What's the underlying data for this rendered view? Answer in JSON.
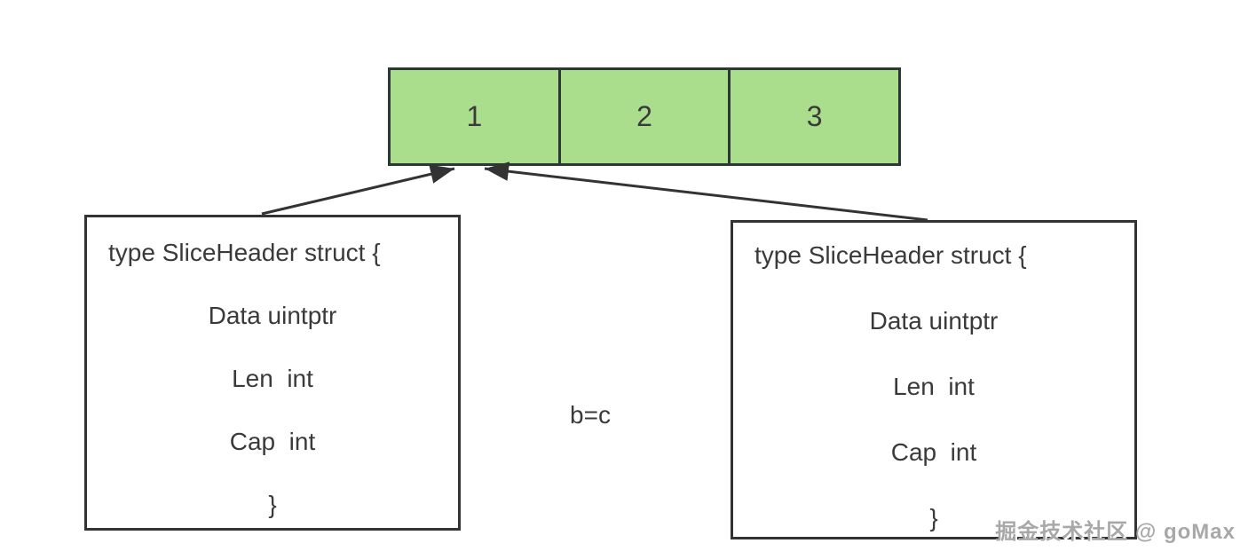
{
  "colors": {
    "array-fill": "#aade8d",
    "array-border": "#2b3836",
    "box-border": "#333333",
    "arrow": "#333333",
    "text": "#3a3a3a",
    "watermark": "#a8a8a8"
  },
  "array": {
    "cells": [
      "1",
      "2",
      "3"
    ]
  },
  "left_struct": {
    "lines": [
      "type SliceHeader struct {",
      "Data uintptr",
      "Len  int",
      "Cap  int",
      "}"
    ]
  },
  "right_struct": {
    "lines": [
      "type SliceHeader struct {",
      "Data uintptr",
      "Len  int",
      "Cap  int",
      "}"
    ]
  },
  "assignment_label": "b=c",
  "watermark": "掘金技术社区 @ goMax"
}
